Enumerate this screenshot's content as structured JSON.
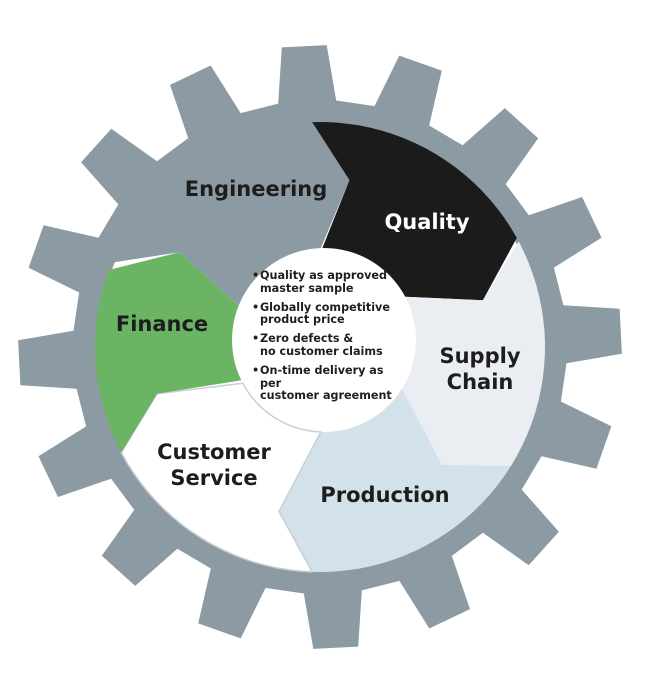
{
  "segments": [
    {
      "key": "engineering",
      "label_lines": [
        "Engineering"
      ],
      "color": "#8c9aa3"
    },
    {
      "key": "quality",
      "label_lines": [
        "Quality"
      ],
      "color": "#1b1b1b"
    },
    {
      "key": "supply-chain",
      "label_lines": [
        "Supply",
        "Chain"
      ],
      "color": "#eaedf1"
    },
    {
      "key": "production",
      "label_lines": [
        "Production"
      ],
      "color": "#d2e1ea"
    },
    {
      "key": "customer-service",
      "label_lines": [
        "Customer",
        "Service"
      ],
      "color": "#ffffff"
    },
    {
      "key": "finance",
      "label_lines": [
        "Finance"
      ],
      "color": "#6ab463"
    }
  ],
  "center": {
    "bullets": [
      {
        "lines": [
          "Quality as approved",
          "master sample"
        ]
      },
      {
        "lines": [
          "Globally competitive",
          "product price"
        ]
      },
      {
        "lines": [
          "Zero defects &",
          "no customer claims"
        ]
      },
      {
        "lines": [
          "On-time delivery as per",
          "customer agreement"
        ]
      }
    ]
  },
  "colors": {
    "gear": "#8c9aa3",
    "ring_outline": "#ffffff",
    "segment_border": "#c8d0d5"
  }
}
